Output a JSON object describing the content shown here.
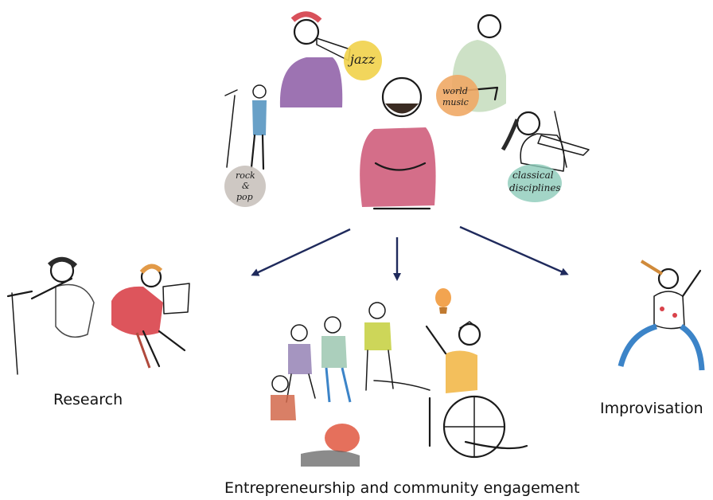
{
  "captions": {
    "research": "Research",
    "improvisation": "Improvisation",
    "entrepreneurship": "Entrepreneurship and community engagement"
  },
  "badges": {
    "jazz": "jazz",
    "world_music_1": "world",
    "world_music_2": "music",
    "rock_pop_1": "rock",
    "rock_pop_2": "&",
    "rock_pop_3": "pop",
    "classical_1": "classical",
    "classical_2": "disciplines"
  },
  "colors": {
    "arrow": "#1f2a5c",
    "jazz_badge": "#f1d14a",
    "world_badge": "#efa865",
    "rock_badge": "#c9c2bd",
    "classical_badge": "#8ccab9",
    "central_shirt": "#c94a6c",
    "trumpeter_shirt": "#8c5aa5",
    "research_dress": "#d9424a",
    "improv_pants": "#3c84c8",
    "wheelchair_shirt": "#f2b84a",
    "bulb": "#f2a450"
  },
  "icons": [
    "central-musician-icon",
    "trumpet-player-icon",
    "drummer-icon",
    "singer-icon",
    "violinist-icon",
    "flute-player-icon",
    "reader-icon",
    "improviser-icon",
    "community-group-icon",
    "wheelchair-user-icon",
    "lightbulb-icon"
  ]
}
